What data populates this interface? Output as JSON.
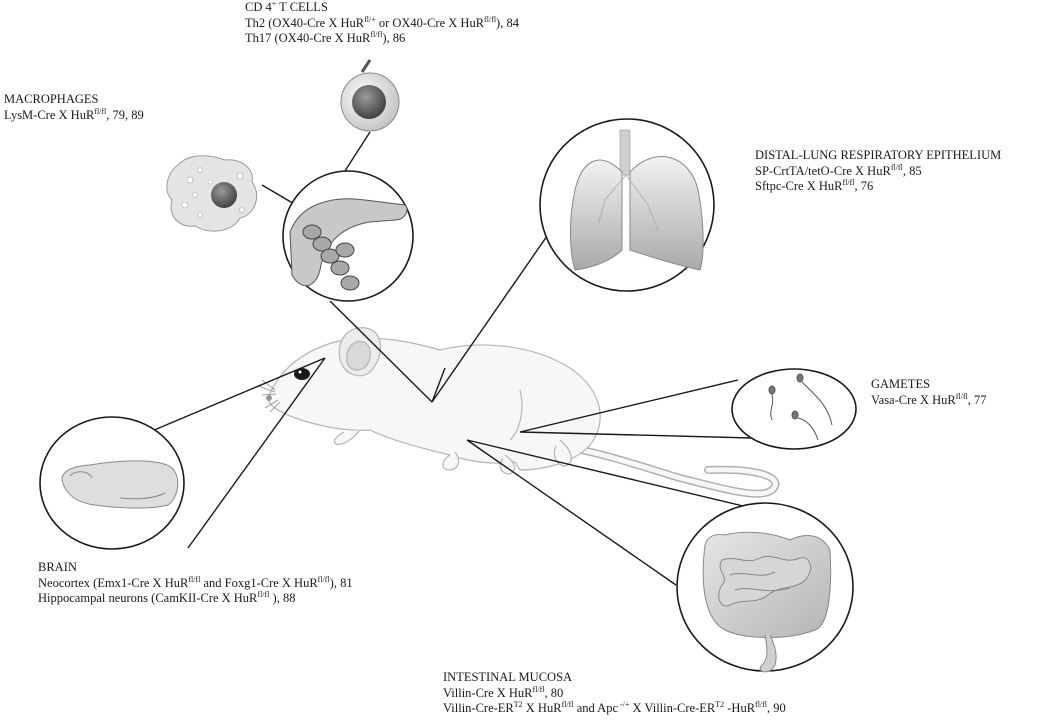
{
  "cd4": {
    "title_pre": "CD 4",
    "title_sup": "+",
    "title_post": " T CELLS",
    "line1_a": "Th2 (OX40-Cre X HuR",
    "line1_sup1": "fl/+",
    "line1_b": " or OX40-Cre X HuR",
    "line1_sup2": "fl/fl",
    "line1_c": "), 84",
    "line2_a": "Th17 (OX40-Cre X HuR",
    "line2_sup": "fl/fl",
    "line2_b": "), 86"
  },
  "macrophages": {
    "title": "MACROPHAGES",
    "line1_a": "LysM-Cre X HuR",
    "line1_sup": "fl/fl",
    "line1_b": ", 79, 89"
  },
  "lung": {
    "title": "DISTAL-LUNG RESPIRATORY EPITHELIUM",
    "line1_a": "SP-CrtTA/tetO-Cre X HuR",
    "line1_sup": "fl/fl",
    "line1_b": ", 85",
    "line2_a": "Sftpc-Cre X HuR",
    "line2_sup": "fl/fl",
    "line2_b": ", 76"
  },
  "gametes": {
    "title": "GAMETES",
    "line1_a": "Vasa-Cre X HuR",
    "line1_sup": "fl/fl",
    "line1_b": ", 77"
  },
  "brain": {
    "title": "BRAIN",
    "line1_a": "Neocortex (Emx1-Cre X HuR",
    "line1_sup1": "fl/fl",
    "line1_b": " and Foxg1-Cre X HuR",
    "line1_sup2": "fl/fl",
    "line1_c": "), 81",
    "line2_a": "Hippocampal neurons (CamKII-Cre X HuR",
    "line2_sup": "fl/fl",
    "line2_b": " ), 88"
  },
  "intestine": {
    "title": "INTESTINAL MUCOSA",
    "line1_a": "Villin-Cre X HuR",
    "line1_sup": "fl/fl",
    "line1_b": ", 80",
    "line2_a": "Villin-Cre-ER",
    "line2_sup1": "T2",
    "line2_b": " X HuR",
    "line2_sup2": "fl/fl",
    "line2_c": " and Apc",
    "line2_sup3": " -/+",
    "line2_d": " X Villin-Cre-ER",
    "line2_sup4": "T2",
    "line2_e": " -HuR",
    "line2_sup5": "fl/fl",
    "line2_f": ", 90"
  },
  "colors": {
    "outline": "#1a1a1a",
    "mouse_fill": "#f7f7f7",
    "organ_gray": "#bdbdbd",
    "cell_dark": "#707070"
  },
  "icons": [
    "mouse-illustration",
    "t-cell-icon",
    "macrophage-icon",
    "blood-vessel-icon",
    "lungs-icon",
    "sperm-icon",
    "brain-icon",
    "intestine-icon"
  ]
}
